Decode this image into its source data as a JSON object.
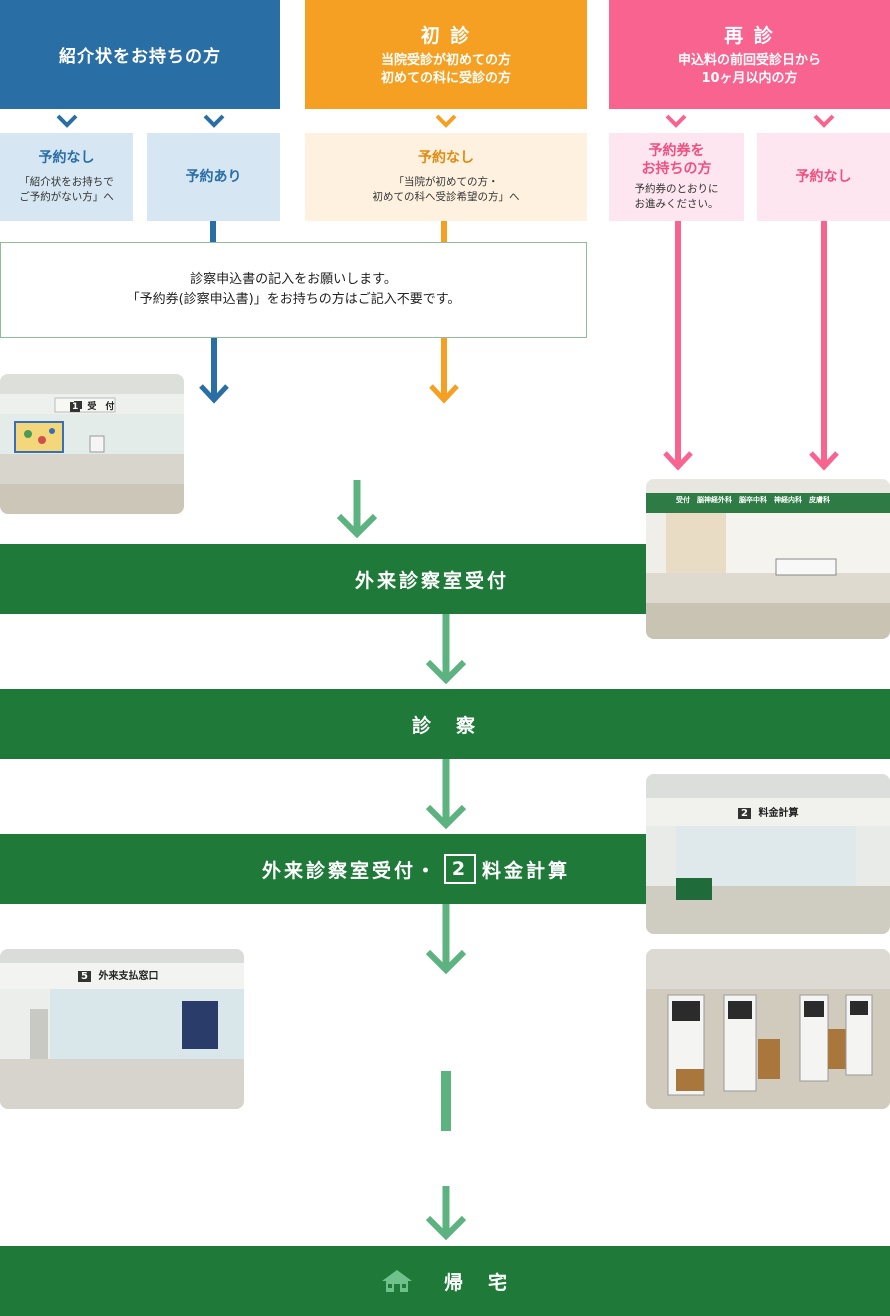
{
  "columns": {
    "referral": {
      "title": "紹介状をお持ちの方",
      "no_reservation": {
        "label": "予約なし",
        "note_line1": "「紹介状をお持ちで",
        "note_line2": "ご予約がない方」へ"
      },
      "with_reservation": {
        "label": "予約あり"
      }
    },
    "first_visit": {
      "title": "初 診",
      "sub_line1": "当院受診が初めての方",
      "sub_line2": "初めての科に受診の方",
      "no_reservation": {
        "label": "予約なし",
        "note_line1": "「当院が初めての方・",
        "note_line2": "初めての科へ受診希望の方」へ"
      }
    },
    "revisit": {
      "title": "再 診",
      "sub_line1": "申込料の前回受診日から",
      "sub_line2": "10ヶ月以内の方",
      "with_ticket": {
        "label_line1": "予約券を",
        "label_line2": "お持ちの方",
        "note_line1": "予約券のとおりに",
        "note_line2": "お進みください。"
      },
      "no_reservation": {
        "label": "予約なし"
      }
    }
  },
  "application_note": {
    "line1": "診察申込書の記入をお願いします。",
    "line2": "「予約券(診察申込書)」をお持ちの方はご記入不要です。"
  },
  "steps": {
    "reception": "外来診察室受付",
    "examination": "診　察",
    "billing_prefix": "外来診察室受付・",
    "billing_number": "2",
    "billing_suffix": "料金計算",
    "go_home": "帰　宅"
  },
  "photos": {
    "reception1": {
      "number": "1",
      "sign": "受　付"
    },
    "clinic": {
      "sign": "受付　脳神経外科　脳卒中科　神経内科　皮膚科"
    },
    "billing": {
      "number": "2",
      "sign": "料金計算"
    },
    "payment": {
      "number": "5",
      "sign": "外来支払窓口"
    }
  },
  "colors": {
    "blue": "#2a6ea6",
    "orange": "#f5a022",
    "pink": "#f8638f",
    "green_bar": "#1f7a3a",
    "green_arrow": "#5cb37f",
    "blue_light": "#d6e6f3",
    "orange_light": "#fef1df",
    "pink_light": "#fde6ef"
  }
}
